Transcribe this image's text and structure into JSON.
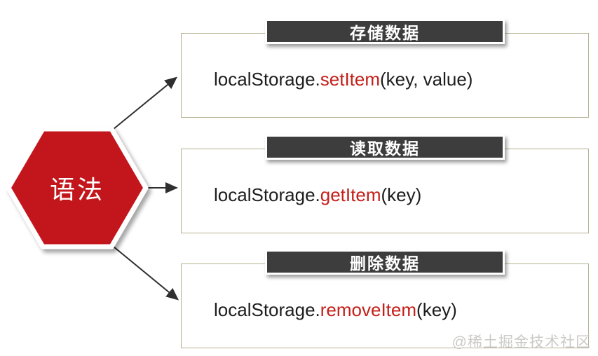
{
  "hexagon": {
    "label": "语法",
    "fill": "#c3151c"
  },
  "boxes": [
    {
      "title": "存储数据",
      "code_object": "localStorage.",
      "code_method": "setItem",
      "code_args": "(key, value)"
    },
    {
      "title": "读取数据",
      "code_object": "localStorage.",
      "code_method": "getItem",
      "code_args": "(key)"
    },
    {
      "title": "删除数据",
      "code_object": "localStorage.",
      "code_method": "removeItem",
      "code_args": "(key)"
    }
  ],
  "watermark": "@稀土掘金技术社区",
  "colors": {
    "hexagon_red": "#c3151c",
    "method_red": "#c4201a",
    "header_dark": "#3d3d3d",
    "box_border_olive": "#b5b191",
    "code_text": "#1d1d1d",
    "arrow": "#2f2f2f",
    "watermark_gray": "#cbcac7"
  }
}
